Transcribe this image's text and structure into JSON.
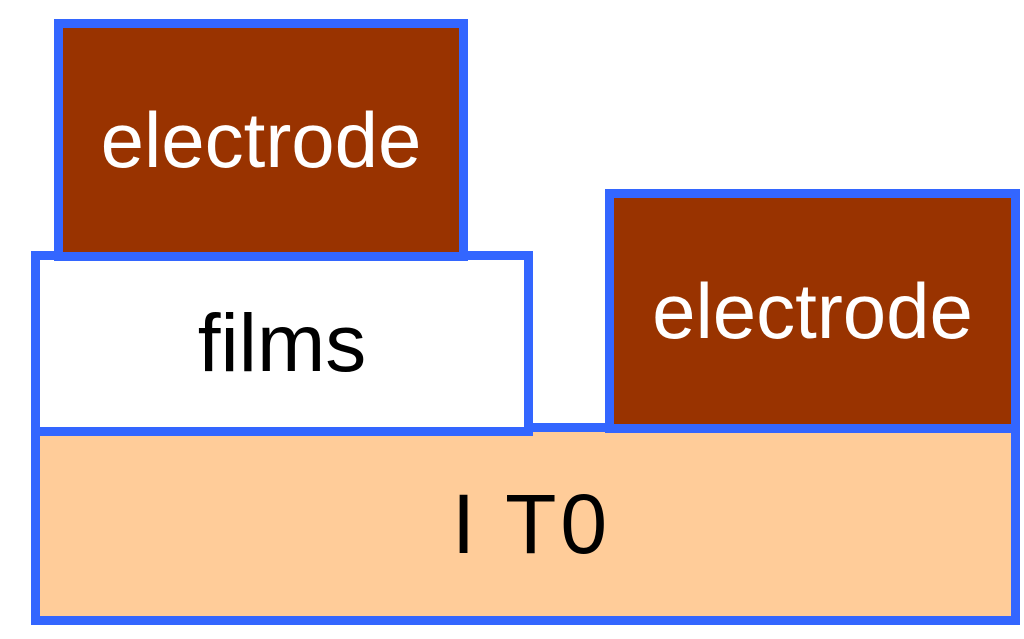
{
  "colors": {
    "border": "#3366ff",
    "electrode_fill": "#993300",
    "electrode_text": "#ffffff",
    "films_fill": "#ffffff",
    "films_text": "#000000",
    "ito_fill": "#ffcc99",
    "ito_text": "#000000"
  },
  "layers": {
    "electrode_top": {
      "label": "electrode"
    },
    "films": {
      "label": "films"
    },
    "electrode_right": {
      "label": "electrode"
    },
    "ito": {
      "label": "I T0"
    }
  }
}
